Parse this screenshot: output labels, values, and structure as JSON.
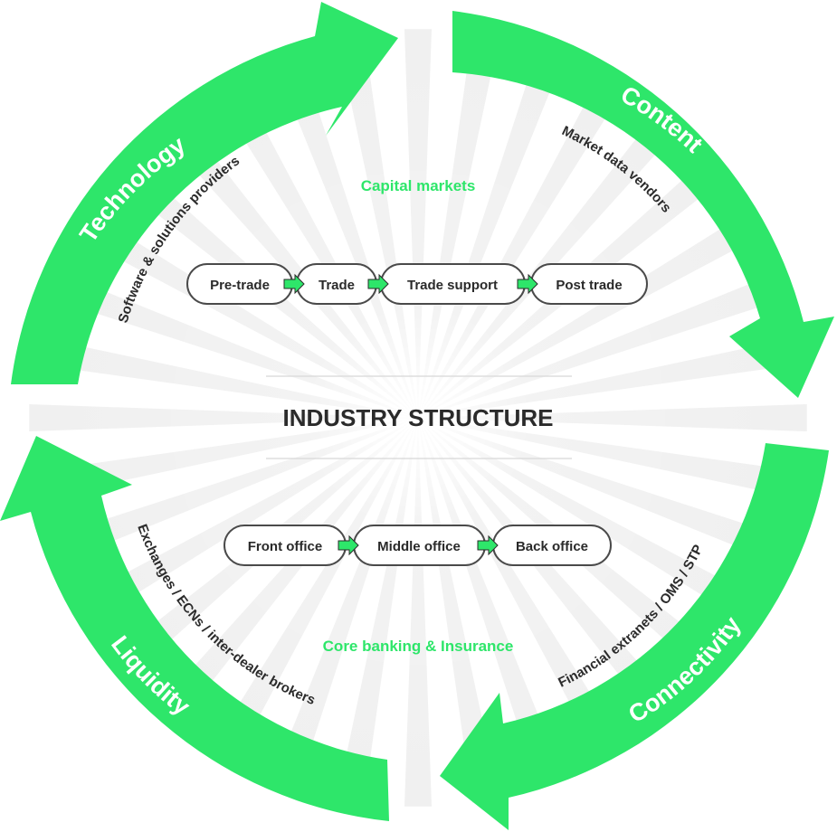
{
  "title": "INDUSTRY STRUCTURE",
  "top_section": {
    "title": "Capital markets",
    "steps": [
      "Pre-trade",
      "Trade",
      "Trade support",
      "Post trade"
    ]
  },
  "bottom_section": {
    "title": "Core banking & Insurance",
    "steps": [
      "Front office",
      "Middle office",
      "Back office"
    ]
  },
  "arcs": {
    "technology": {
      "label": "Technology",
      "sub": "Software & solutions providers"
    },
    "content": {
      "label": "Content",
      "sub": "Market data vendors"
    },
    "connectivity": {
      "label": "Connectivity",
      "sub": "Financial extranets / OMS / STP"
    },
    "liquidity": {
      "label": "Liquidity",
      "sub": "Exchanges / ECNs / inter-dealer brokers"
    }
  },
  "colors": {
    "arrow_green": "#2ee66a",
    "text_dark": "#2b2b2b",
    "pill_border": "#4a4a4a",
    "ray_grey": "#f0f0f0"
  }
}
